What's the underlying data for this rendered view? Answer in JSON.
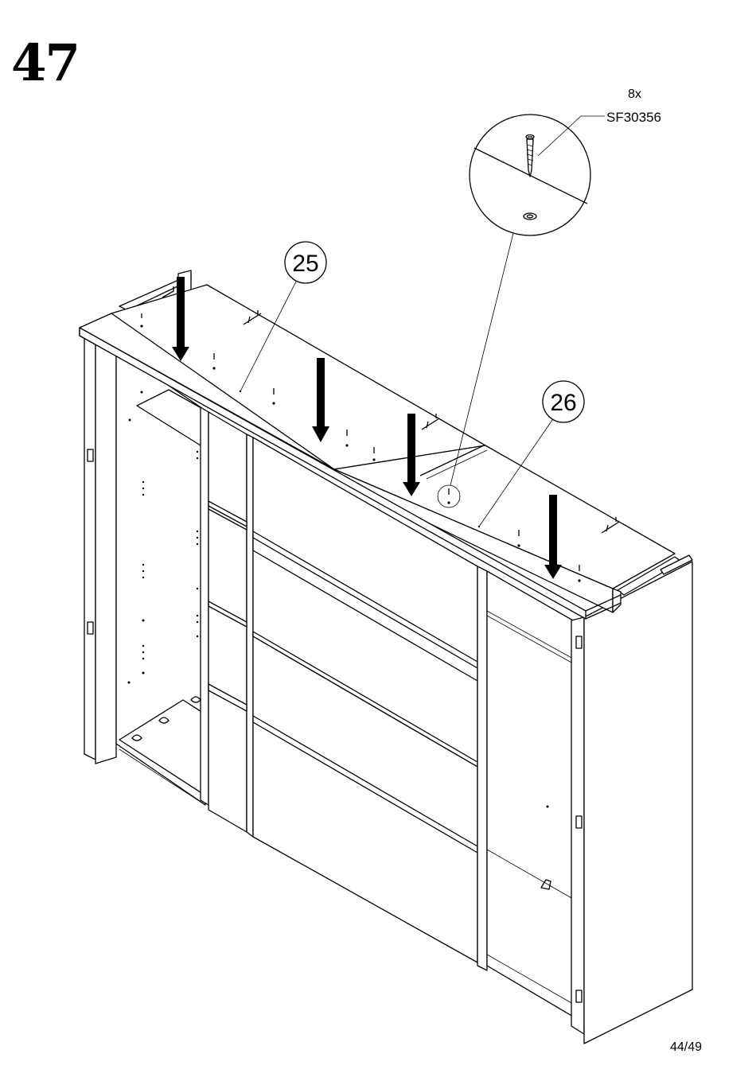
{
  "step": {
    "number": "47"
  },
  "callouts": [
    {
      "id": "25",
      "label": "25"
    },
    {
      "id": "26",
      "label": "26"
    }
  ],
  "hardware": {
    "quantity": "8x",
    "code": "SF30356"
  },
  "page": {
    "number": "44/49"
  },
  "icons": [
    "arrow-down-icon",
    "screw-icon",
    "magnify-detail-icon"
  ],
  "colors": {
    "ink": "#000000",
    "paper": "#ffffff"
  }
}
